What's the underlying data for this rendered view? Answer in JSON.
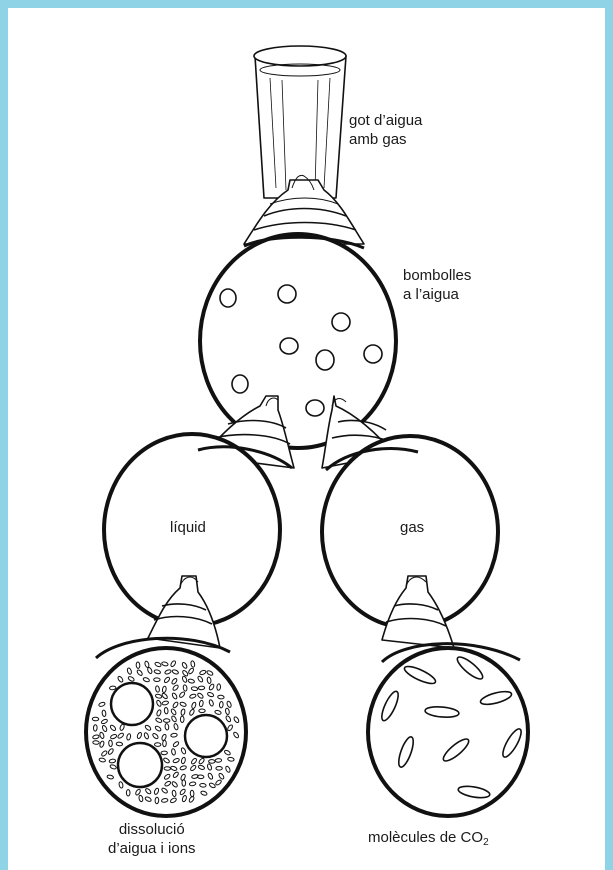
{
  "labels": {
    "glass_line1": "got d’aigua",
    "glass_line2": "amb gas",
    "bubbles_line1": "bombolles",
    "bubbles_line2": "a l’aigua",
    "liquid": "líquid",
    "gas": "gas",
    "solution_line1": "dissolució",
    "solution_line2": "d’aigua i ions",
    "molecules_prefix": "molècules de CO",
    "molecules_subscript": "2"
  },
  "colors": {
    "border": "#8fd4e6",
    "background": "#ffffff",
    "ink": "#111111"
  }
}
